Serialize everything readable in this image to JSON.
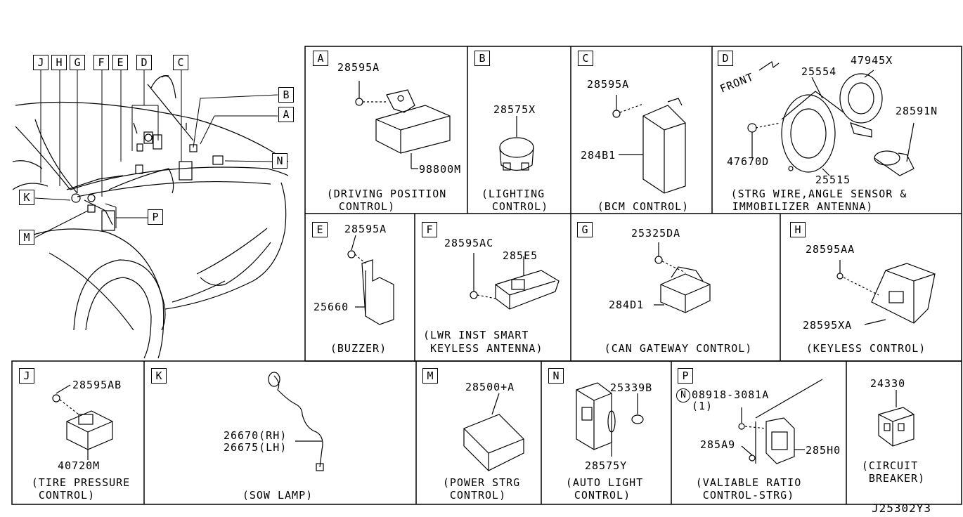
{
  "overview_letters": [
    "J",
    "H",
    "G",
    "F",
    "E",
    "D",
    "C",
    "B",
    "A",
    "N",
    "K",
    "P",
    "M"
  ],
  "panels": {
    "A": {
      "letter": "A",
      "parts": [
        "28595A",
        "98800M"
      ],
      "caption": [
        "(DRIVING POSITION",
        "CONTROL)"
      ]
    },
    "B": {
      "letter": "B",
      "parts": [
        "28575X"
      ],
      "caption": [
        "(LIGHTING",
        "CONTROL)"
      ]
    },
    "C": {
      "letter": "C",
      "parts": [
        "28595A",
        "284B1"
      ],
      "caption": [
        "(BCM CONTROL)"
      ]
    },
    "D": {
      "letter": "D",
      "parts": [
        "25554",
        "47945X",
        "28591N",
        "47670D",
        "25515"
      ],
      "front": "FRONT",
      "caption": [
        "(STRG WIRE,ANGLE SENSOR &",
        "IMMOBILIZER ANTENNA)"
      ]
    },
    "E": {
      "letter": "E",
      "parts": [
        "28595A",
        "25660"
      ],
      "caption": [
        "(BUZZER)"
      ]
    },
    "F": {
      "letter": "F",
      "parts": [
        "28595AC",
        "285E5"
      ],
      "caption": [
        "(LWR INST SMART",
        "KEYLESS ANTENNA)"
      ]
    },
    "G": {
      "letter": "G",
      "parts": [
        "25325DA",
        "284D1"
      ],
      "caption": [
        "(CAN GATEWAY CONTROL)"
      ]
    },
    "H": {
      "letter": "H",
      "parts": [
        "28595AA",
        "28595XA"
      ],
      "caption": [
        "(KEYLESS CONTROL)"
      ]
    },
    "J": {
      "letter": "J",
      "parts": [
        "28595AB",
        "40720M"
      ],
      "caption": [
        "(TIRE PRESSURE",
        "CONTROL)"
      ]
    },
    "K": {
      "letter": "K",
      "parts": [
        "26670(RH)",
        "26675(LH)"
      ],
      "caption": [
        "(SOW LAMP)"
      ]
    },
    "M": {
      "letter": "M",
      "parts": [
        "28500+A"
      ],
      "caption": [
        "(POWER STRG",
        "CONTROL)"
      ]
    },
    "N": {
      "letter": "N",
      "parts": [
        "25339B",
        "28575Y"
      ],
      "caption": [
        "(AUTO LIGHT",
        "CONTROL)"
      ]
    },
    "P": {
      "letter": "P",
      "parts": [
        "08918-3081A",
        "(1)",
        "285A9",
        "285H0"
      ],
      "nut_symbol": "N",
      "caption": [
        "(VALIABLE RATIO",
        "CONTROL-STRG)"
      ]
    },
    "CB": {
      "parts": [
        "24330"
      ],
      "caption": [
        "(CIRCUIT",
        "BREAKER)"
      ]
    }
  },
  "diagram_code": "J25302Y3"
}
